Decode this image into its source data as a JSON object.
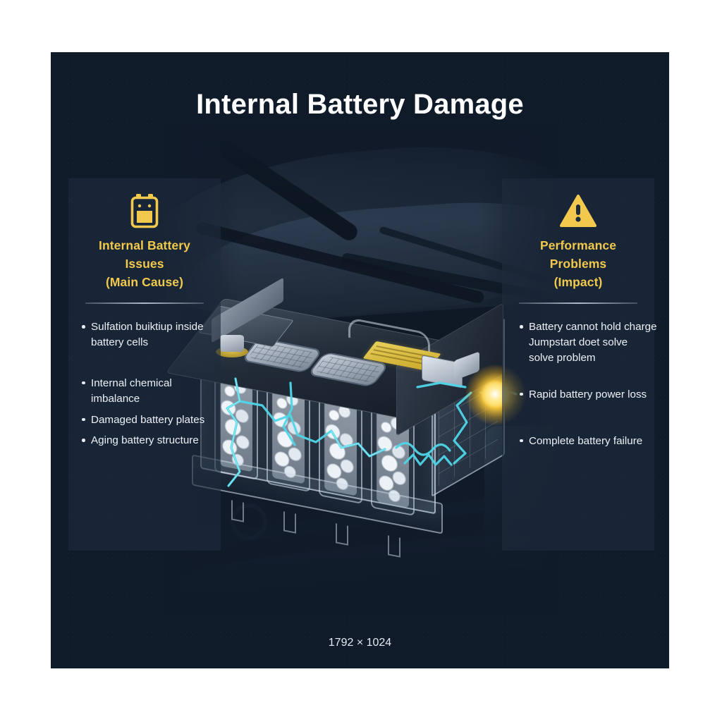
{
  "page": {
    "title": "Internal Battery Damage",
    "caption": "1792 × 1024"
  },
  "colors": {
    "canvas_background": "#101b2a",
    "panel_background": "#1d2b3e",
    "accent_yellow": "#f2c94c",
    "body_text": "#edf1f6",
    "title_text": "#ffffff",
    "arc_cyan": "#4fd6e8",
    "spark_gold": "#f5c63a"
  },
  "left_panel": {
    "icon": "battery-icon",
    "title": "Internal Battery\nIssues\n(Main Cause)",
    "title_lines": [
      "Internal Battery",
      "Issues",
      "(Main Cause)"
    ],
    "bullets": [
      "Sulfation buiktiup inside battery cells",
      "Internal chemical imbalance",
      "Damaged battery plates",
      "Aging battery structure"
    ]
  },
  "right_panel": {
    "icon": "warning-triangle-icon",
    "title_lines": [
      "Performance",
      "Problems",
      "(Impact)"
    ],
    "bullets": [
      "Battery cannot hold charge Jumpstart doet solve solve problem",
      "Rapid battery power loss",
      "Complete battery failure"
    ],
    "bullet_lines": [
      [
        "Battery cannot hold charge",
        "Jumpstart doet solve",
        "solve problem"
      ],
      [
        "Rapid battery power loss"
      ],
      [
        "Complete battery failure"
      ]
    ]
  },
  "illustration": {
    "subject": "cutaway-car-battery",
    "scene": "engine-bay",
    "cell_count": 4,
    "features": [
      "sulfation-crystals",
      "electrical-arcs",
      "terminal-spark",
      "yellow-label"
    ]
  }
}
